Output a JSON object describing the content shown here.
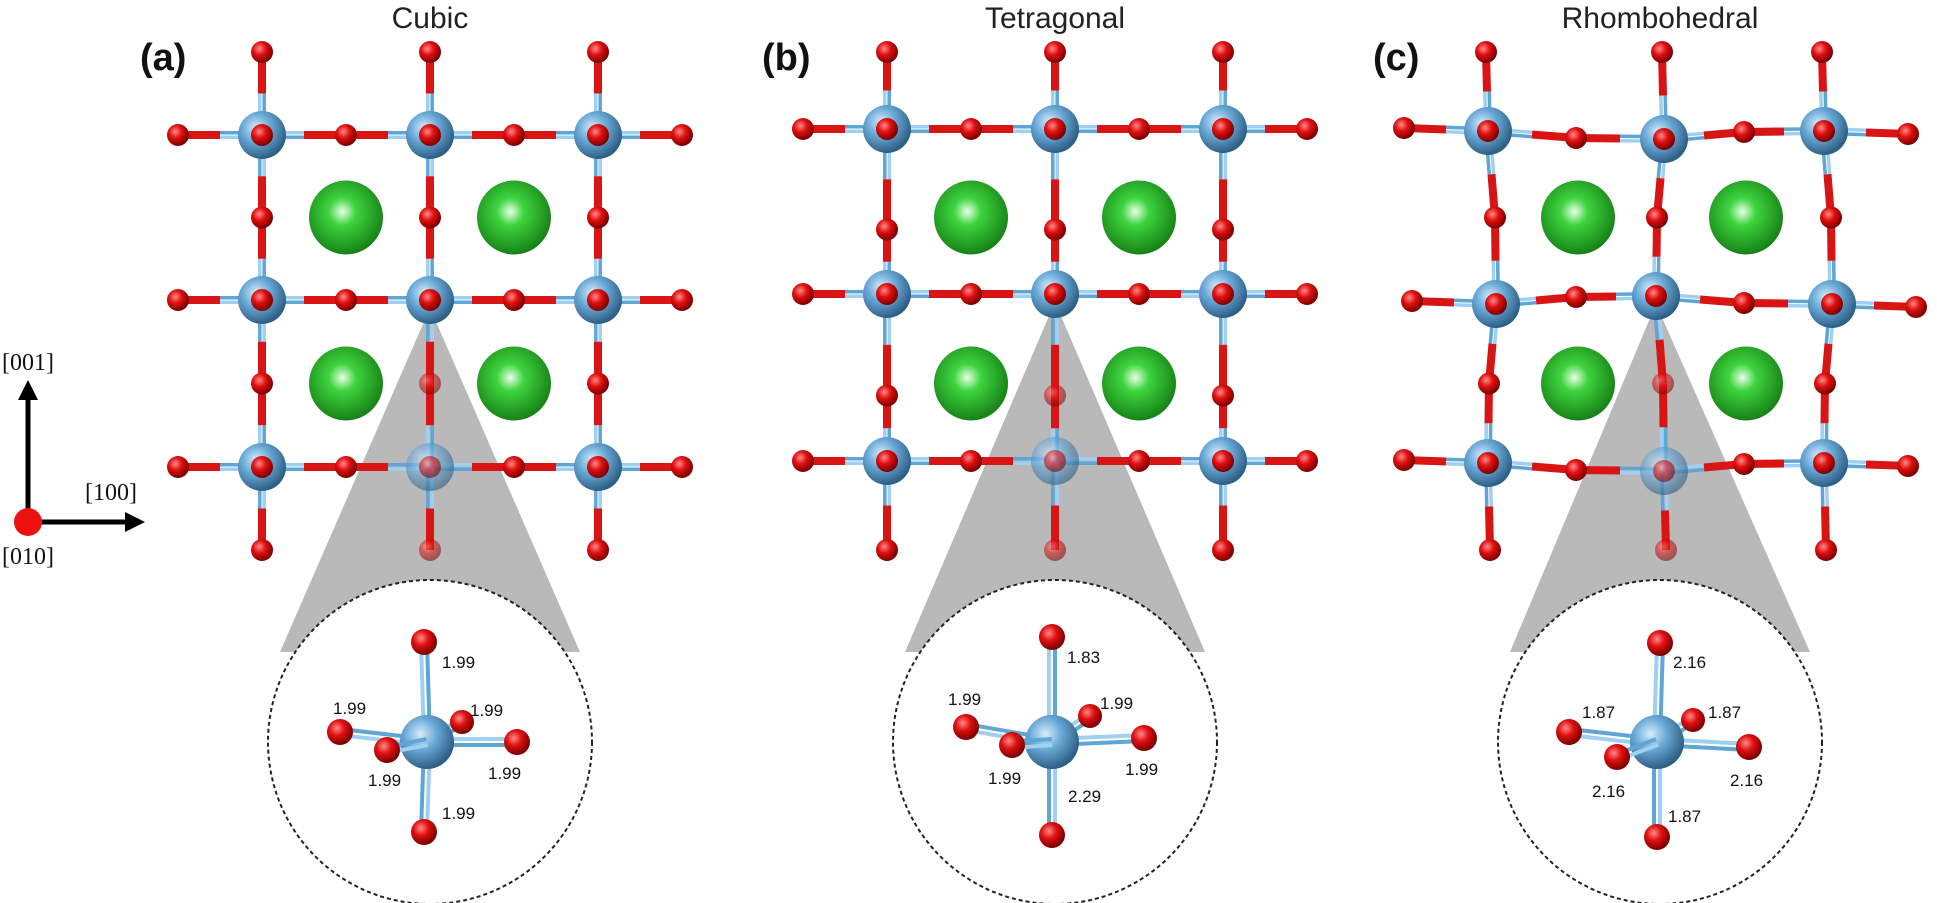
{
  "axes": {
    "up": "[001]",
    "right": "[100]",
    "out": "[010]"
  },
  "panels": [
    {
      "label": "(a)",
      "title": "Cubic",
      "bonds": {
        "top": "1.99",
        "back": "1.99",
        "left": "1.99",
        "right": "1.99",
        "front": "1.99",
        "bottom": "1.99"
      }
    },
    {
      "label": "(b)",
      "title": "Tetragonal",
      "bonds": {
        "top": "1.83",
        "back": "1.99",
        "left": "1.99",
        "right": "1.99",
        "front": "1.99",
        "bottom": "2.29"
      }
    },
    {
      "label": "(c)",
      "title": "Rhombohedral",
      "bonds": {
        "top": "2.16",
        "back": "1.87",
        "left": "1.87",
        "right": "2.16",
        "front": "2.16",
        "bottom": "1.87"
      }
    }
  ],
  "colors": {
    "metal": "#6aaad8",
    "oxygen": "#dd1111",
    "cation": "#22bb22",
    "zoom_cone": "#b3b3b3"
  }
}
